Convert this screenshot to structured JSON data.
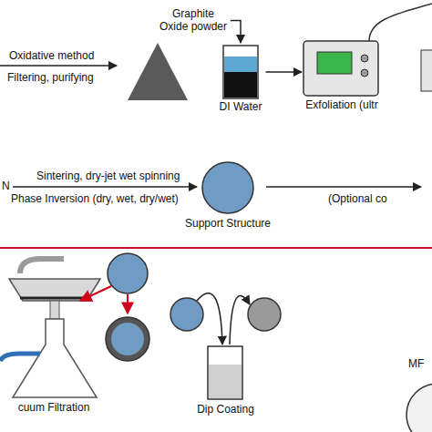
{
  "diagram": {
    "nodes": [
      {
        "text": [
          "Graphite Oxide powder"
        ]
      },
      {
        "text": [
          "DI Water"
        ]
      },
      {
        "text": [
          "Exfoliation (ultr"
        ]
      },
      {
        "text": [
          "Support Structure"
        ]
      },
      {
        "text": [
          "cuum Filtration"
        ]
      },
      {
        "text": [
          "Dip Coating"
        ]
      }
    ],
    "edges": [
      {
        "from": 0,
        "to": 1,
        "arrow": "to"
      },
      {
        "from": 1,
        "to": 2,
        "arrow": "to"
      }
    ],
    "labels": [
      "Oxidative method",
      "Filtering, purifying",
      "N",
      "Sintering, dry-jet wet spinning",
      "Phase Inversion (dry, wet, dry/wet)",
      "(Optional co",
      "MF"
    ]
  }
}
